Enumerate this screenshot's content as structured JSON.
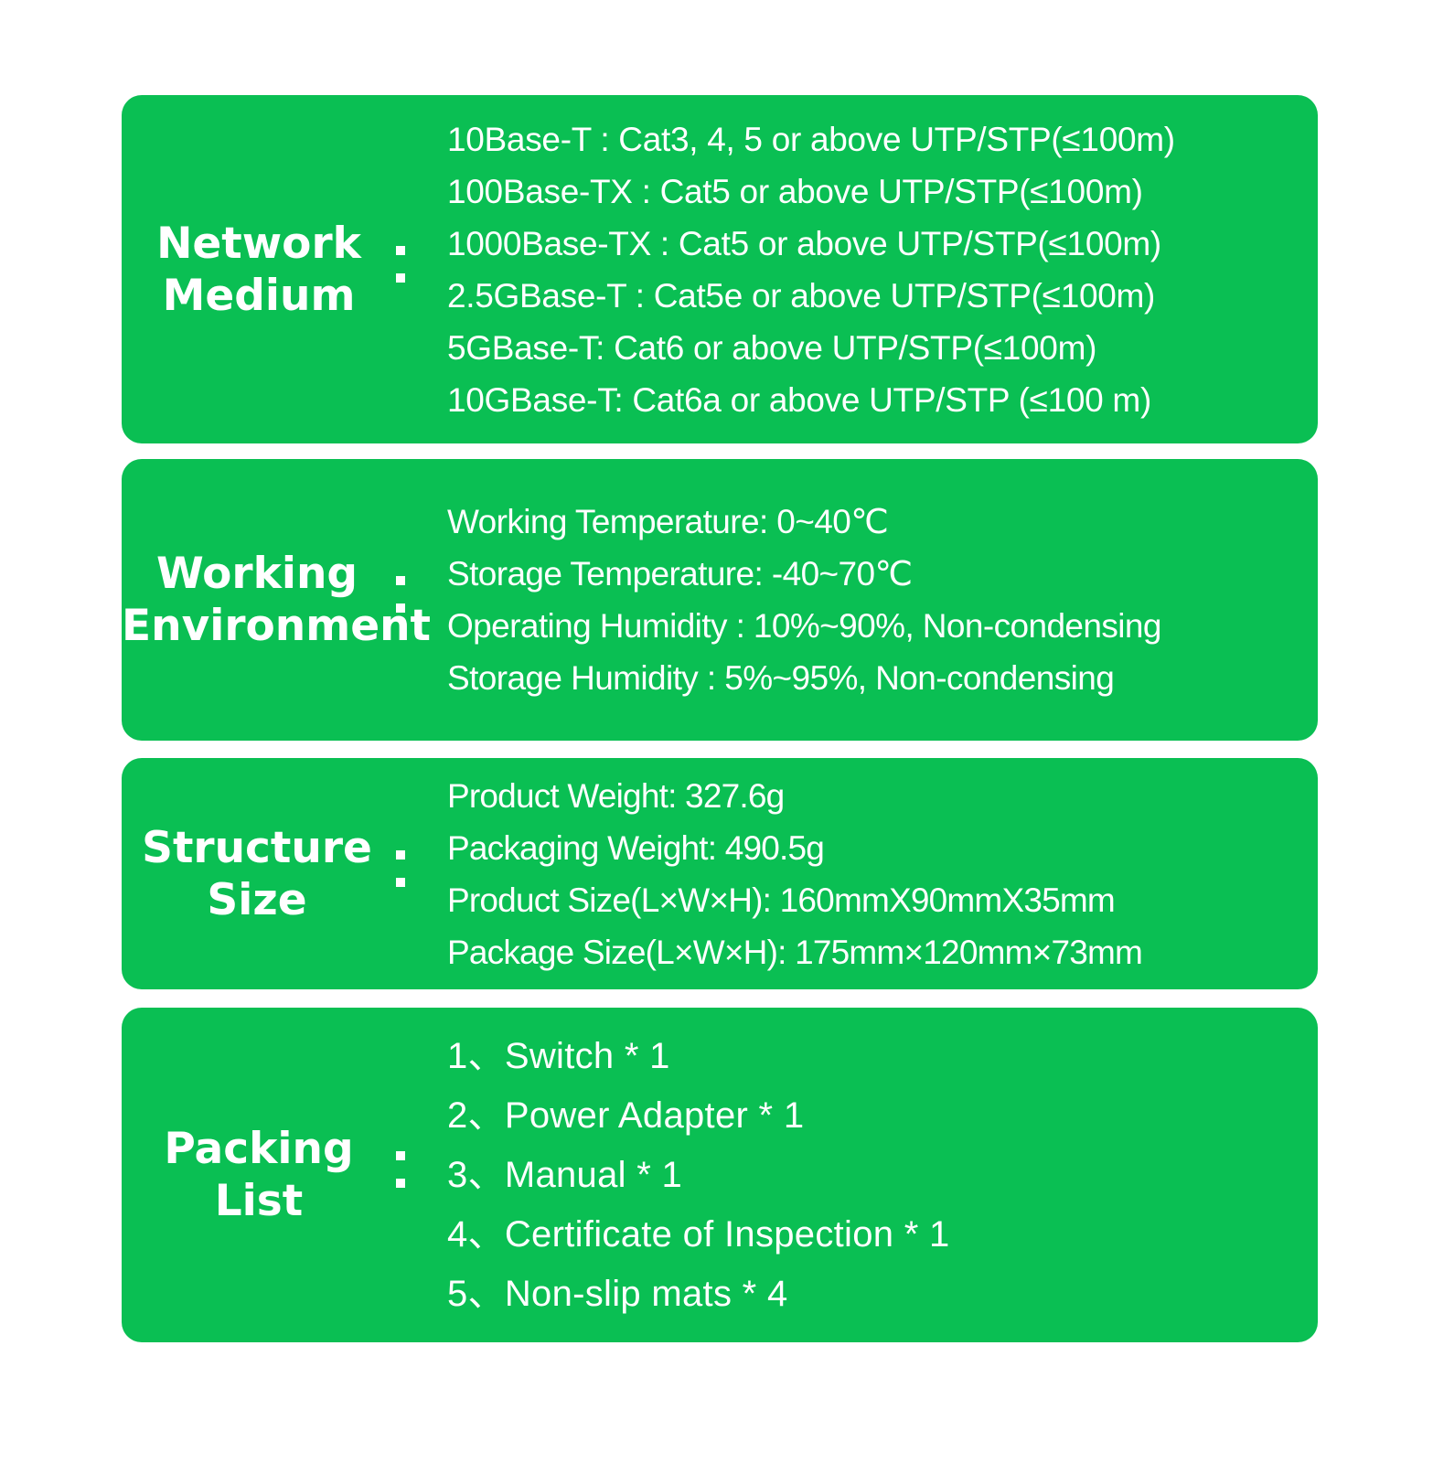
{
  "theme": {
    "card_color": "#0ABF53",
    "text_color": "#FFFFFF",
    "background": "#FFFFFF"
  },
  "sections": [
    {
      "label": [
        "Network",
        "Medium"
      ],
      "items": [
        "10Base-T : Cat3, 4, 5 or above UTP/STP(≤100m)",
        "100Base-TX : Cat5 or above UTP/STP(≤100m)",
        "1000Base-TX : Cat5 or above UTP/STP(≤100m)",
        "2.5GBase-T : Cat5e or above UTP/STP(≤100m)",
        "5GBase-T: Cat6 or above UTP/STP(≤100m)",
        "10GBase-T: Cat6a or above UTP/STP (≤100 m)"
      ]
    },
    {
      "label": [
        "Working",
        "Environment"
      ],
      "items": [
        "Working Temperature: 0~40℃",
        "Storage Temperature: -40~70℃",
        "Operating Humidity : 10%~90%, Non-condensing",
        "Storage Humidity : 5%~95%, Non-condensing"
      ]
    },
    {
      "label": [
        "Structure",
        "Size"
      ],
      "items": [
        "Product Weight: 327.6g",
        "Packaging Weight: 490.5g",
        "Product Size(L×W×H): 160mmX90mmX35mm",
        "Package Size(L×W×H): 175mm×120mm×73mm"
      ]
    },
    {
      "label": [
        "Packing",
        "List"
      ],
      "items": [
        "1、Switch * 1",
        "2、Power Adapter * 1",
        "3、Manual * 1",
        "4、Certificate of Inspection * 1",
        "5、Non-slip mats * 4"
      ]
    }
  ]
}
